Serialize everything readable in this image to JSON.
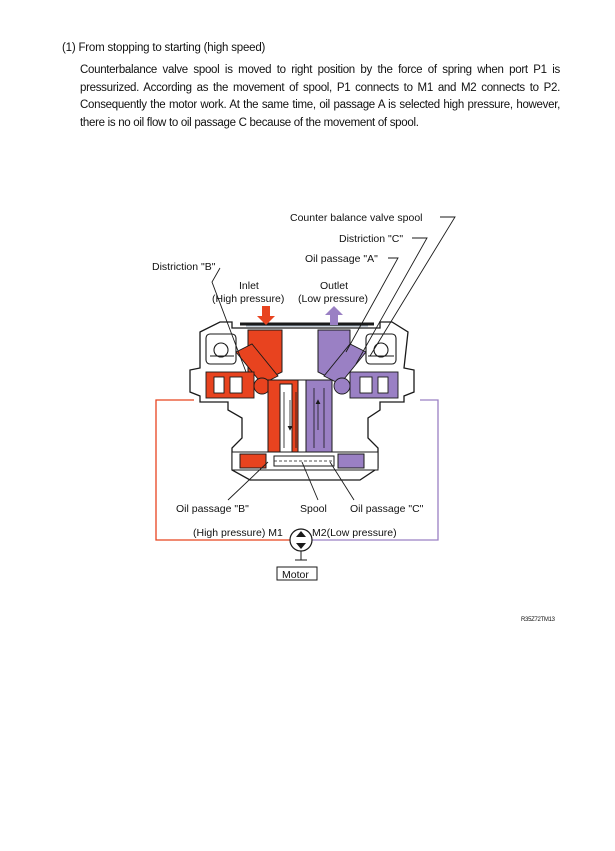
{
  "section": {
    "heading_bold": "(1) From stopping to starting",
    "heading_rest": " (high speed)",
    "paragraph": "Counterbalance valve spool is moved to right position by the force of spring when port P1 is pressurized. According as the movement of spool, P1 connects to M1 and M2 connects to P2. Consequently the motor work. At the same time, oil passage A is selected high pressure, however, there is no oil flow to oil passage C because of the movement of spool."
  },
  "diagram": {
    "labels": {
      "counter_balance_spool": "Counter balance valve spool",
      "distriction_c": "Distriction \"C\"",
      "oil_passage_a": "Oil passage \"A\"",
      "distriction_b": "Distriction \"B\"",
      "inlet": "Inlet",
      "inlet_pressure": "(High pressure)",
      "outlet": "Outlet",
      "outlet_pressure": "(Low pressure)",
      "oil_passage_b": "Oil passage \"B\"",
      "spool": "Spool",
      "oil_passage_c": "Oil passage \"C\"",
      "m1_label": "(High pressure) M1",
      "m2_label": "M2(Low pressure)",
      "motor": "Motor"
    },
    "colors": {
      "high_pressure": "#e8431f",
      "low_pressure": "#9a80c4",
      "outline": "#1a1a1a"
    }
  },
  "figure_code": "R35Z72TM13"
}
